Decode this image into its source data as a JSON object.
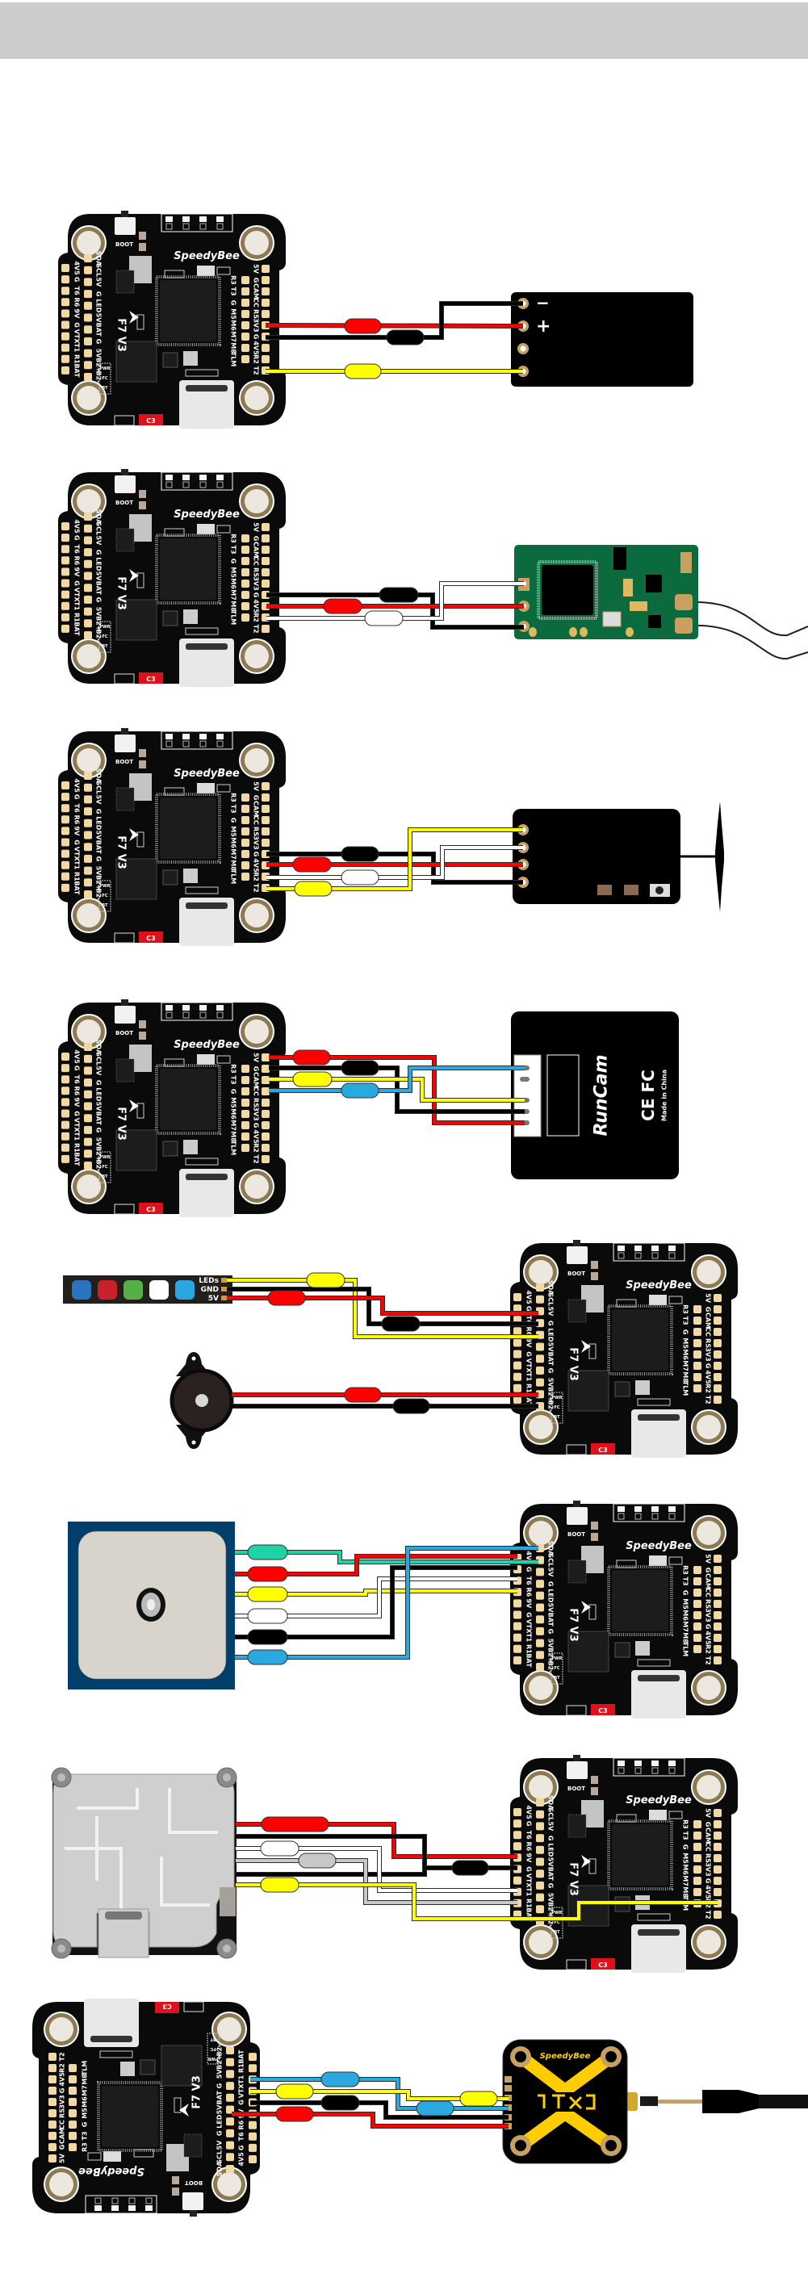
{
  "header": {
    "background": "#cccccc"
  },
  "fc_board": {
    "logo": "SpeedyBee",
    "model": "F7 V3",
    "boot_label": "BOOT",
    "cap_label": "C3",
    "pwr_labels": [
      "PWR",
      "FC",
      "BT"
    ],
    "right_outer_pads": [
      "5V",
      "G",
      "CAM",
      "CC",
      "RS",
      "3V3",
      "G",
      "4V5",
      "R2",
      "T2"
    ],
    "right_inner_pads": [
      "R3",
      "T3",
      "G",
      "M5",
      "M6",
      "M7",
      "M8",
      "TLM"
    ],
    "left_outer_pads": [
      "4V5",
      "G",
      "T6",
      "R6",
      "9V",
      "G",
      "VTX",
      "T1",
      "R1",
      "BAT"
    ],
    "left_inner_pads": [
      "SDA",
      "SCL",
      "5V",
      "G",
      "LED",
      "5V",
      "BAT",
      "G",
      "5V",
      "B2+",
      "B2-"
    ],
    "board_color": "#0a0a0a",
    "pad_color": "#f2d8a2"
  },
  "wire_colors": {
    "red": "#ff0000",
    "black": "#000000",
    "yellow": "#ffff00",
    "white": "#ffffff",
    "blue": "#29a9df",
    "teal": "#1fd3a6",
    "gray": "#c8c8c8"
  },
  "receiver_1": {
    "pin_minus": "−",
    "pin_plus": "+"
  },
  "receiver_2": {
    "board_color": "#0b6b3f"
  },
  "led_strip": {
    "pad_labels": [
      "LEDs",
      "GND",
      "5V"
    ],
    "led_colors": [
      "#2a73c0",
      "#c9202a",
      "#55b046",
      "#ffffff",
      "#2ba6e0"
    ]
  },
  "camera": {
    "logo": "RunCam",
    "cert_marks": "CE FC",
    "origin": "Made in China"
  },
  "gps": {
    "frame_color": "#003f6b",
    "patch_color": "#d8d4cc"
  },
  "vtx": {
    "logo": "SpeedyBee",
    "accent": "#ffcc00"
  }
}
